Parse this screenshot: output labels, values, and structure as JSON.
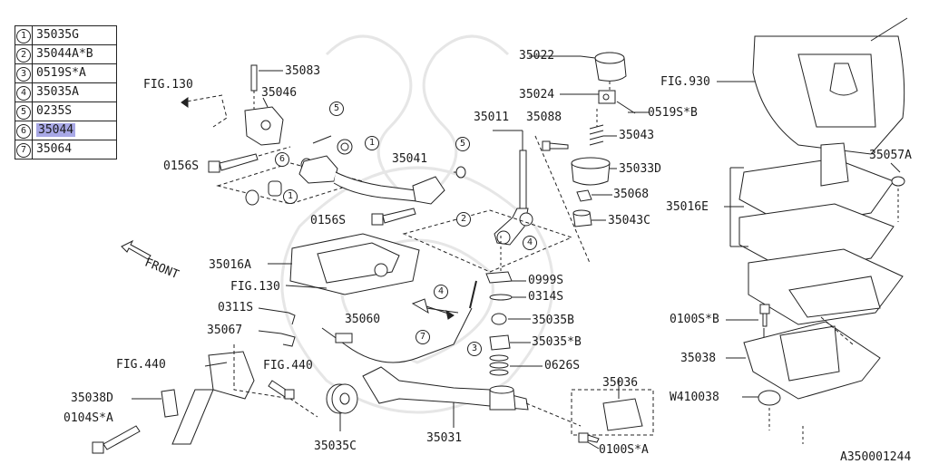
{
  "legend": [
    {
      "num": "1",
      "code": "35035G",
      "highlight": false
    },
    {
      "num": "2",
      "code": "35044A*B",
      "highlight": false
    },
    {
      "num": "3",
      "code": "0519S*A",
      "highlight": false
    },
    {
      "num": "4",
      "code": "35035A",
      "highlight": false
    },
    {
      "num": "5",
      "code": "0235S",
      "highlight": false
    },
    {
      "num": "6",
      "code": "35044",
      "highlight": true
    },
    {
      "num": "7",
      "code": "35064",
      "highlight": false
    }
  ],
  "labels": {
    "p35083": "35083",
    "fig130_top": "FIG.130",
    "p35046": "35046",
    "p0156s_a": "0156S",
    "p35041": "35041",
    "p0156s_b": "0156S",
    "p35011": "35011",
    "p35088": "35088",
    "p35022": "35022",
    "p35024": "35024",
    "p0519sb": "0519S*B",
    "p35043": "35043",
    "p35033d": "35033D",
    "p35068": "35068",
    "p35043c": "35043C",
    "front": "FRONT",
    "p35016a": "35016A",
    "fig130_mid": "FIG.130",
    "p0311s": "0311S",
    "p35060": "35060",
    "p35067": "35067",
    "fig440_a": "FIG.440",
    "fig440_b": "FIG.440",
    "p35038d": "35038D",
    "p0104sa": "0104S*A",
    "p35035c": "35035C",
    "p35031": "35031",
    "p0999s": "0999S",
    "p0314s": "0314S",
    "p35035b": "35035B",
    "p35035xb": "35035*B",
    "p0626s": "0626S",
    "p35036": "35036",
    "p0100sa": "0100S*A",
    "fig930": "FIG.930",
    "p35057a": "35057A",
    "p35016e": "35016E",
    "p0100sb": "0100S*B",
    "p35038": "35038",
    "w410038": "W410038",
    "ref": "A350001244"
  },
  "callouts": {
    "c5_a": "5",
    "c1_a": "1",
    "c6": "6",
    "c1_b": "1",
    "c5_b": "5",
    "c2": "2",
    "c4_a": "4",
    "c4_b": "4",
    "c7": "7",
    "c3": "3"
  }
}
